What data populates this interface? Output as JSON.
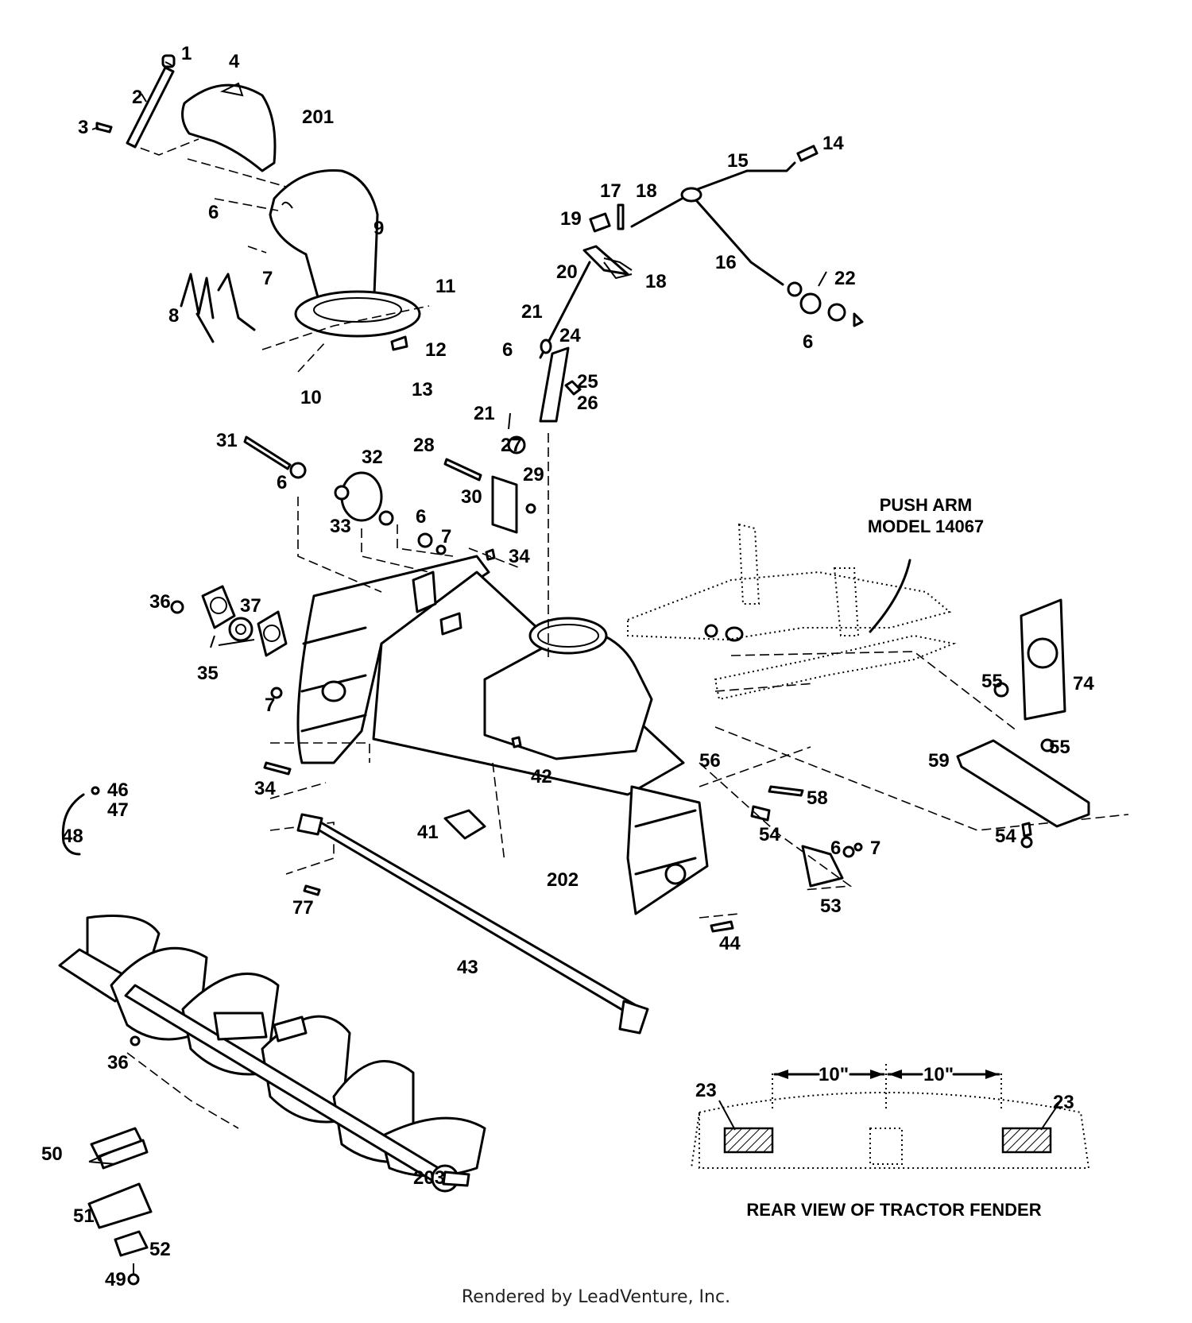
{
  "diagram": {
    "part_numbers": [
      "1",
      "2",
      "3",
      "4",
      "201",
      "6",
      "9",
      "7",
      "8",
      "11",
      "12",
      "10",
      "13",
      "14",
      "15",
      "17",
      "18",
      "19",
      "20",
      "18",
      "16",
      "22",
      "6",
      "21",
      "6",
      "24",
      "25",
      "26",
      "21",
      "27",
      "31",
      "6",
      "32",
      "33",
      "28",
      "30",
      "29",
      "6",
      "7",
      "34",
      "36",
      "37",
      "35",
      "7",
      "34",
      "46",
      "47",
      "48",
      "42",
      "56",
      "41",
      "202",
      "58",
      "54",
      "53",
      "6",
      "7",
      "44",
      "77",
      "43",
      "55",
      "74",
      "59",
      "55",
      "54",
      "36",
      "50",
      "51",
      "52",
      "49",
      "203",
      "23",
      "23"
    ],
    "callout_push_arm_line1": "PUSH ARM",
    "callout_push_arm_line2": "MODEL 14067",
    "inset_title": "REAR VIEW OF TRACTOR FENDER",
    "inset_dimension_left": "10\"",
    "inset_dimension_right": "10\""
  },
  "footer": {
    "credit": "Rendered by LeadVenture, Inc."
  }
}
